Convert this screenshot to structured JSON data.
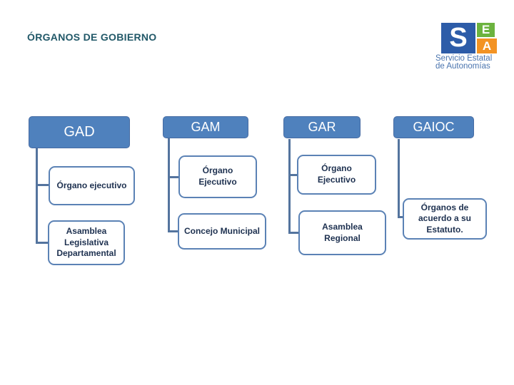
{
  "slide": {
    "title": "ÓRGANOS DE GOBIERNO"
  },
  "logo": {
    "letter_s": "S",
    "letter_e": "E",
    "letter_a": "A",
    "caption_line1": "Servicio Estatal",
    "caption_line2": "de Autonomías",
    "colors": {
      "s_block": "#2d5ca8",
      "e_block": "#6cb33f",
      "a_block": "#f39324",
      "caption": "#4a74ae"
    }
  },
  "org_chart": {
    "columns": [
      {
        "id": "gad",
        "header": "GAD",
        "children": [
          "Órgano ejecutivo",
          "Asamblea Legislativa Departamental"
        ]
      },
      {
        "id": "gam",
        "header": "GAM",
        "children": [
          "Órgano Ejecutivo",
          "Concejo Municipal"
        ]
      },
      {
        "id": "gar",
        "header": "GAR",
        "children": [
          "Órgano Ejecutivo",
          "Asamblea Regional"
        ]
      },
      {
        "id": "gaioc",
        "header": "GAIOC",
        "children": [
          "Órganos de acuerdo a su Estatuto."
        ]
      }
    ],
    "colors": {
      "header_fill": "#4f81bd",
      "header_text": "#ffffff",
      "child_border": "#5b82b5",
      "child_text": "#1e3150",
      "connector": "#54749e",
      "title_text": "#215868"
    }
  }
}
